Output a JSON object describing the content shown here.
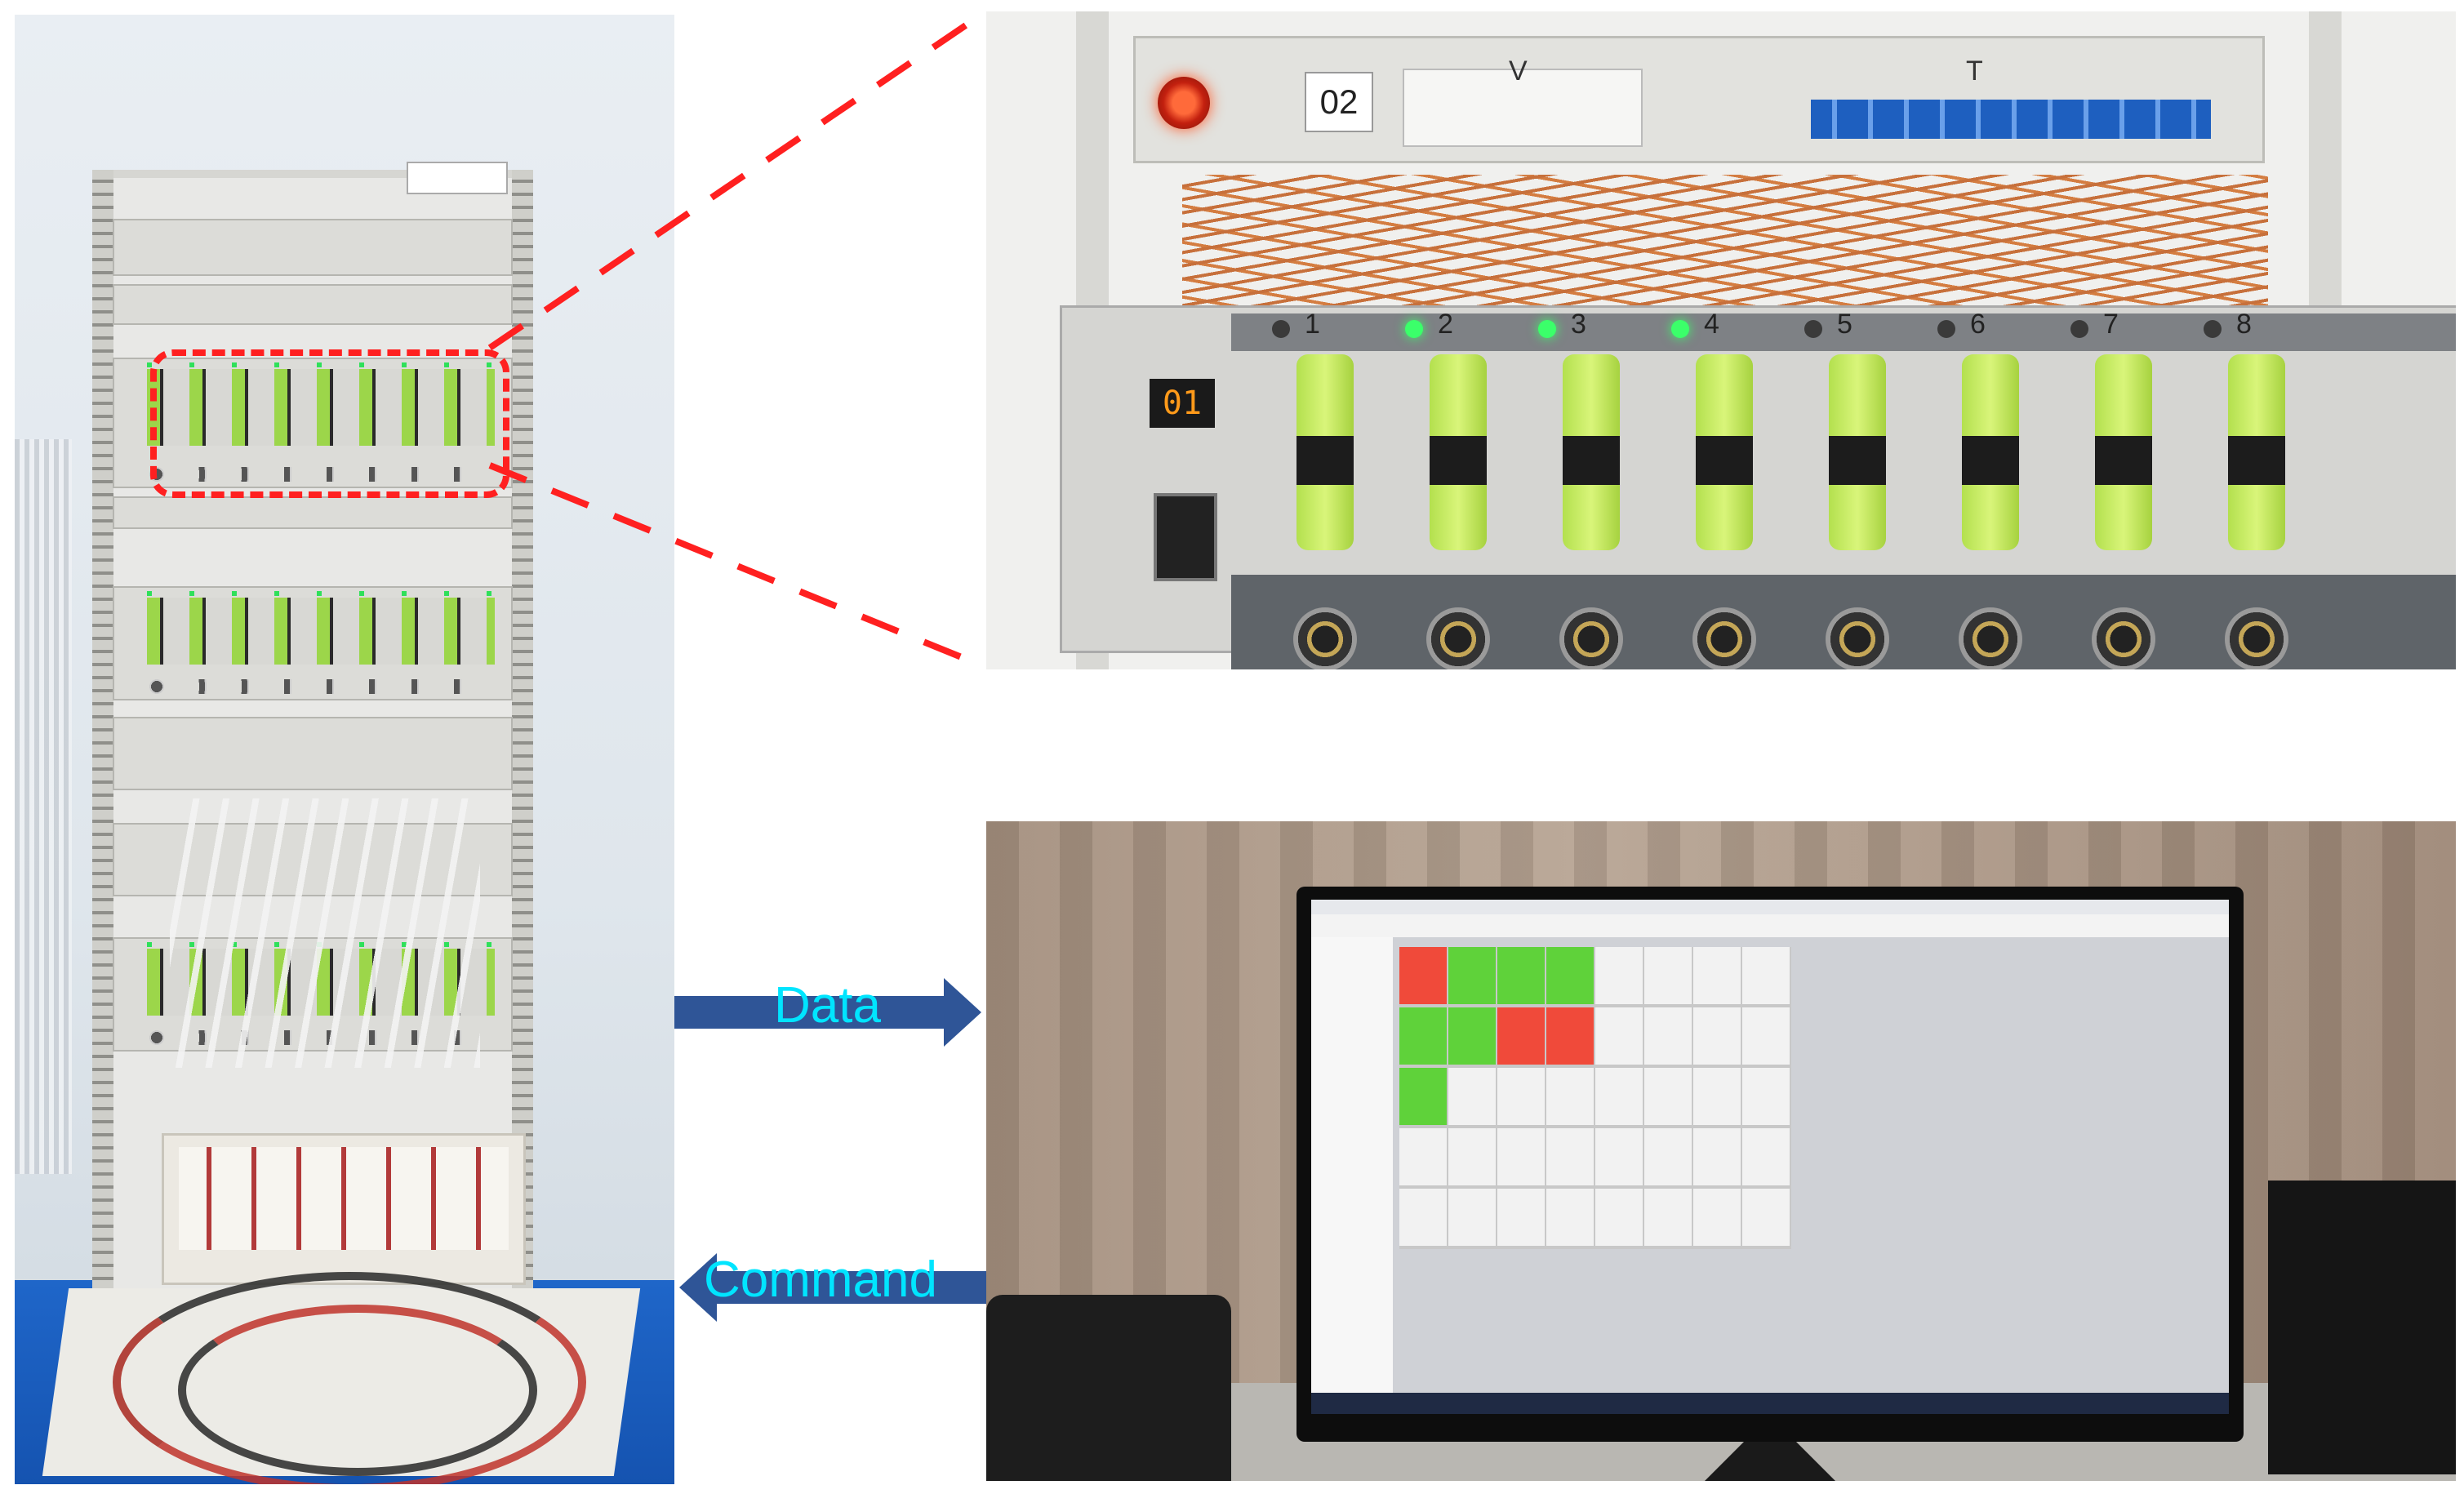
{
  "labels": {
    "data_arrow": "Data",
    "command_arrow": "Command"
  },
  "closeup": {
    "channel_label": "02",
    "voltage_letter": "V",
    "temperature_letter": "T",
    "display_value": "01",
    "cell_numbers": [
      "1",
      "2",
      "3",
      "4",
      "5",
      "6",
      "7",
      "8"
    ],
    "cell_leds_lit": [
      false,
      true,
      true,
      true,
      false,
      false,
      false,
      false
    ]
  },
  "monitor": {
    "tile_status_colors": [
      "#f04a3a",
      "#5fd23a",
      "#5fd23a",
      "#5fd23a",
      "#5fd23a",
      "#5fd23a",
      "#f04a3a",
      "#f04a3a",
      "#5fd23a"
    ]
  },
  "colors": {
    "arrow": "#2f5597",
    "arrow_label": "#00e5ff",
    "highlight": "#ff2020"
  }
}
